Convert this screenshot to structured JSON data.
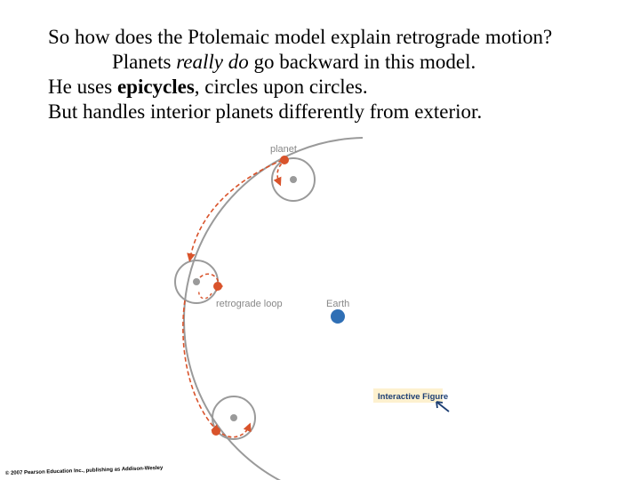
{
  "text": {
    "line1": "So how does the Ptolemaic model explain retrograde motion?",
    "line2_pre": "Planets ",
    "line2_em": "really do",
    "line2_post": " go backward in this model.",
    "line3_pre": "He uses ",
    "line3_bold": "epicycles",
    "line3_post": ", circles upon circles.",
    "line4": "But handles interior planets differently from exterior."
  },
  "diagram": {
    "label_planet": "planet",
    "label_retrograde": "retrograde loop",
    "label_earth": "Earth",
    "badge": "Interactive Figure",
    "copyright": "© 2007 Pearson Education Inc., publishing as Addison-Wesley"
  },
  "colors": {
    "planet": "#d9532b",
    "earth": "#2f6fb5",
    "path": "#d9532b",
    "circle": "#999999",
    "badge_bg": "#fdf1cf"
  }
}
